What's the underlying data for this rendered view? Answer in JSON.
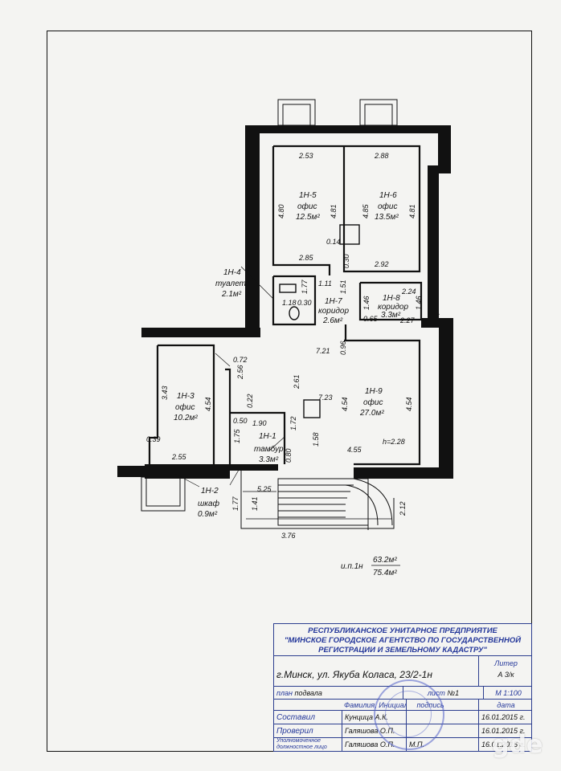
{
  "plan": {
    "rooms": {
      "r1": {
        "id": "1Н-1",
        "use": "тамбур",
        "area": "3.3м²"
      },
      "r2": {
        "id": "1Н-2",
        "use": "шкаф",
        "area": "0.9м²"
      },
      "r3": {
        "id": "1Н-3",
        "use": "офис",
        "area": "10.2м²"
      },
      "r4": {
        "id": "1Н-4",
        "use": "туалет",
        "area": "2.1м²"
      },
      "r5": {
        "id": "1Н-5",
        "use": "офис",
        "area": "12.5м²"
      },
      "r6": {
        "id": "1Н-6",
        "use": "офис",
        "area": "13.5м²"
      },
      "r7": {
        "id": "1Н-7",
        "use": "коридор",
        "area": "2.6м²"
      },
      "r8": {
        "id": "1Н-8",
        "use": "коридор",
        "area": "3.3м²"
      },
      "r9": {
        "id": "1Н-9",
        "use": "офис",
        "area": "27.0м²"
      }
    },
    "dims": {
      "d253": "2.53",
      "d288": "2.88",
      "d480": "4.80",
      "d481a": "4.81",
      "d485": "4.85",
      "d481b": "4.81",
      "d014": "0.14",
      "d285": "2.85",
      "d030": "0.30",
      "d292": "2.92",
      "d111": "1.11",
      "d177": "1.77",
      "d151": "1.51",
      "d224": "2.24",
      "d118": "1.18",
      "d030b": "0.30",
      "d146a": "1.46",
      "d146b": "1.46",
      "d065": "0.65",
      "d227": "2.27",
      "d721": "7.21",
      "d096": "0.96",
      "d072": "0.72",
      "d256": "2.56",
      "d261": "2.61",
      "d343": "3.43",
      "d454a": "4.54",
      "d723": "7.23",
      "d454b": "4.54",
      "d454c": "4.54",
      "d022": "0.22",
      "d050": "0.50",
      "d190": "1.90",
      "d172": "1.72",
      "d175": "1.75",
      "d039": "0.39",
      "d158": "1.58",
      "d455": "4.55",
      "height": "h=2.28",
      "d080": "0.80",
      "d255": "2.55",
      "d525": "5.25",
      "d141": "1.41",
      "d177b": "1.77",
      "d212": "2.12",
      "d376": "3.76"
    },
    "summary": {
      "label": "и.п.1н",
      "main": "63.2м²",
      "total": "75.4м²"
    }
  },
  "title_block": {
    "org_line1": "РЕСПУБЛИКАНСКОЕ УНИТАРНОЕ ПРЕДПРИЯТИЕ",
    "org_line2": "\"МИНСКОЕ ГОРОДСКОЕ АГЕНТСТВО ПО ГОСУДАРСТВЕННОЙ",
    "org_line3": "РЕГИСТРАЦИИ И ЗЕМЕЛЬНОМУ КАДАСТРУ\"",
    "address": "г.Минск, ул. Якуба Коласа, 23/2-1н",
    "liter_label": "Литер",
    "liter_value": "А 3/к",
    "plan_label": "план",
    "plan_value": "подвала",
    "sheet_label": "лист",
    "sheet_number": "№1",
    "scale": "М 1:100",
    "col_name": "Фамилия, Инициалы",
    "col_signature": "подпись",
    "col_date": "дата",
    "rows": [
      {
        "role": "Составил",
        "name": "Кунцица А.К.",
        "date": "16.01.2015 г."
      },
      {
        "role": "Проверил",
        "name": "Галяшова О.П.",
        "date": "16.01.2015 г."
      },
      {
        "role": "Уполномоченное должностное лицо",
        "name": "Галяшова О.П.",
        "seal": "М.П.",
        "date": "16.01.2015 г."
      }
    ]
  },
  "watermark": "gde"
}
